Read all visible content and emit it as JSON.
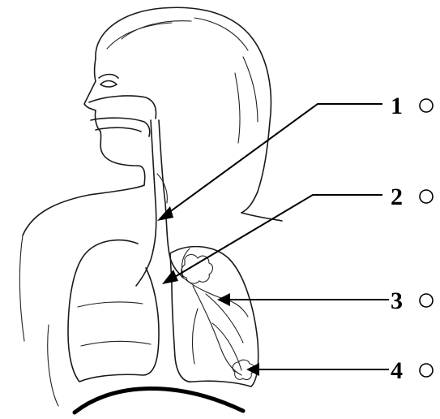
{
  "labels": [
    {
      "number": "1"
    },
    {
      "number": "2"
    },
    {
      "number": "3"
    },
    {
      "number": "4"
    }
  ]
}
